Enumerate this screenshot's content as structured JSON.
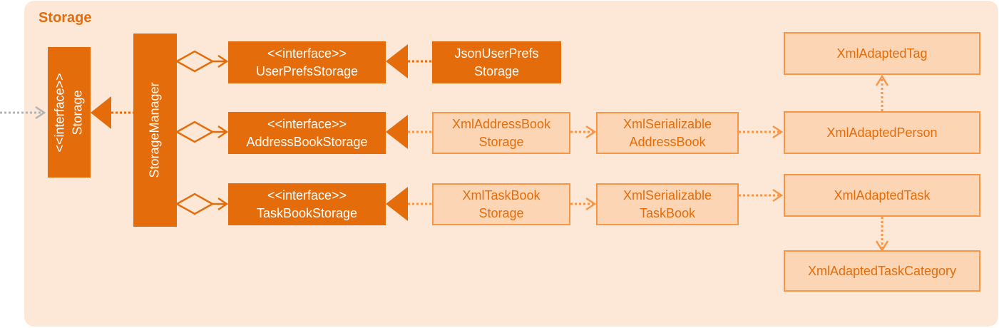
{
  "package": {
    "title": "Storage"
  },
  "nodes": {
    "storage": {
      "stereotype": "<<interface>>",
      "name": "Storage"
    },
    "storage_manager": {
      "name": "StorageManager"
    },
    "user_prefs_storage": {
      "stereotype": "<<interface>>",
      "name": "UserPrefsStorage"
    },
    "json_user_prefs_storage": {
      "line1": "JsonUserPrefs",
      "line2": "Storage"
    },
    "address_book_storage": {
      "stereotype": "<<interface>>",
      "name": "AddressBookStorage"
    },
    "xml_address_book_storage": {
      "line1": "XmlAddressBook",
      "line2": "Storage"
    },
    "xml_serializable_address_book": {
      "line1": "XmlSerializable",
      "line2": "AddressBook"
    },
    "xml_adapted_person": {
      "name": "XmlAdaptedPerson"
    },
    "xml_adapted_tag": {
      "name": "XmlAdaptedTag"
    },
    "task_book_storage": {
      "stereotype": "<<interface>>",
      "name": "TaskBookStorage"
    },
    "xml_task_book_storage": {
      "line1": "XmlTaskBook",
      "line2": "Storage"
    },
    "xml_serializable_task_book": {
      "line1": "XmlSerializable",
      "line2": "TaskBook"
    },
    "xml_adapted_task": {
      "name": "XmlAdaptedTask"
    },
    "xml_adapted_task_category": {
      "name": "XmlAdaptedTaskCategory"
    }
  },
  "colors": {
    "package_bg": "#fde8d8",
    "solid_fill": "#e46c0a",
    "light_fill": "#fcd5b4",
    "light_border": "#f79646",
    "text_on_solid": "#ffffff",
    "text_on_light": "#e46c0a",
    "external_arrow": "#b3b3b3"
  }
}
